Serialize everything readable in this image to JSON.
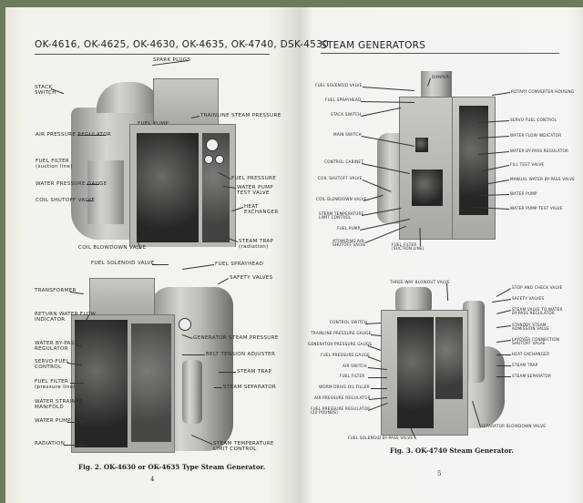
{
  "left_page": {
    "title": "OK-4616, OK-4625, OK-4630, OK-4635, OK-4740, DSK-4530",
    "fig1_labels": [
      "SPARK PLUGS",
      "STACK\nSWITCH",
      "TRAINLINE STEAM PRESSURE",
      "FUEL PUMP",
      "AIR PRESSURE REGULATOR",
      "FUEL FILTER\n(suction line)",
      "FUEL PRESSURE",
      "WATER PRESSURE GAUGE",
      "WATER PUMP\nTEST VALVE",
      "COIL SHUTOFF VALVE",
      "HEAT\nEXCHANGER",
      "STEAM TRAP\n(radiation)",
      "COIL BLOWDOWN VALVE"
    ],
    "fig2_labels": [
      "FUEL SOLENOID VALVE",
      "FUEL SPRAYHEAD",
      "SAFETY VALVES",
      "TRANSFORMER",
      "RETURN WATER FLOW\nINDICATOR",
      "GENERATOR STEAM PRESSURE",
      "WATER BY-PASS\nREGULATOR",
      "BELT TENSION ADJUSTER",
      "SERVO-FUEL\nCONTROL",
      "STEAM TRAP",
      "FUEL FILTER\n(pressure line)",
      "STEAM SEPARATOR",
      "WATER STRAINER\nMANIFOLD",
      "WATER PUMP",
      "RADIATION",
      "STEAM TEMPERATURE\nLIMIT CONTROL"
    ],
    "caption": "Fig. 2. OK-4630 or OK-4635 Type Steam Generator.",
    "page_number": "4"
  },
  "right_page": {
    "title": "STEAM GENERATORS",
    "fig_top_labels": [
      "DAMPER",
      "FUEL SOLENOID VALVE",
      "ROTARY CONVERTER HOUSING",
      "FUEL SPRAYHEAD",
      "STACK SWITCH",
      "SERVO FUEL CONTROL",
      "MAIN SWITCH",
      "WATER FLOW INDICATOR",
      "WATER BY-PASS REGULATOR",
      "CONTROL CABINET",
      "FILL TEST VALVE",
      "COIL SHUTOFF VALVE",
      "MANUAL WATER BY-PASS VALVE",
      "WATER PUMP",
      "COIL BLOWDOWN VALVE",
      "WATER PUMP TEST VALVE",
      "STEAM TEMPERATURE\nLIMIT CONTROL",
      "FUEL PUMP",
      "ATOMIZING AIR\nSHUTOFF VALVE",
      "FUEL FILTER\n(SUCTION LINE)"
    ],
    "fig3_labels": [
      "THREE-WAY BLOWOUT VALVE",
      "STOP AND CHECK VALVE",
      "SAFETY VALVES",
      "STEAM VALVE TO WATER\nBY-PASS REGULATOR",
      "CONTROL SWITCH",
      "STANDBY STEAM\nADMISSION VALVE",
      "TRAINLINE PRESSURE GAUGE",
      "GENERATOR PRESSURE GAUGE",
      "LAYOVER CONNECTION\nSHUTOFF VALVE",
      "FUEL PRESSURE GAUGE",
      "HEAT EXCHANGER",
      "AIR SWITCH",
      "STEAM TRAP",
      "FUEL FILTER",
      "STEAM SEPARATOR",
      "WORM DRIVE OIL FILLER",
      "AIR PRESSURE REGULATOR",
      "FUEL PRESSURE REGULATOR\n(20 POUNDS)",
      "SEPARATOR BLOWDOWN VALVE",
      "FUEL SOLENOID BY-PASS VALVE"
    ],
    "caption": "Fig. 3. OK-4740 Steam Generator.",
    "page_number": "5"
  }
}
